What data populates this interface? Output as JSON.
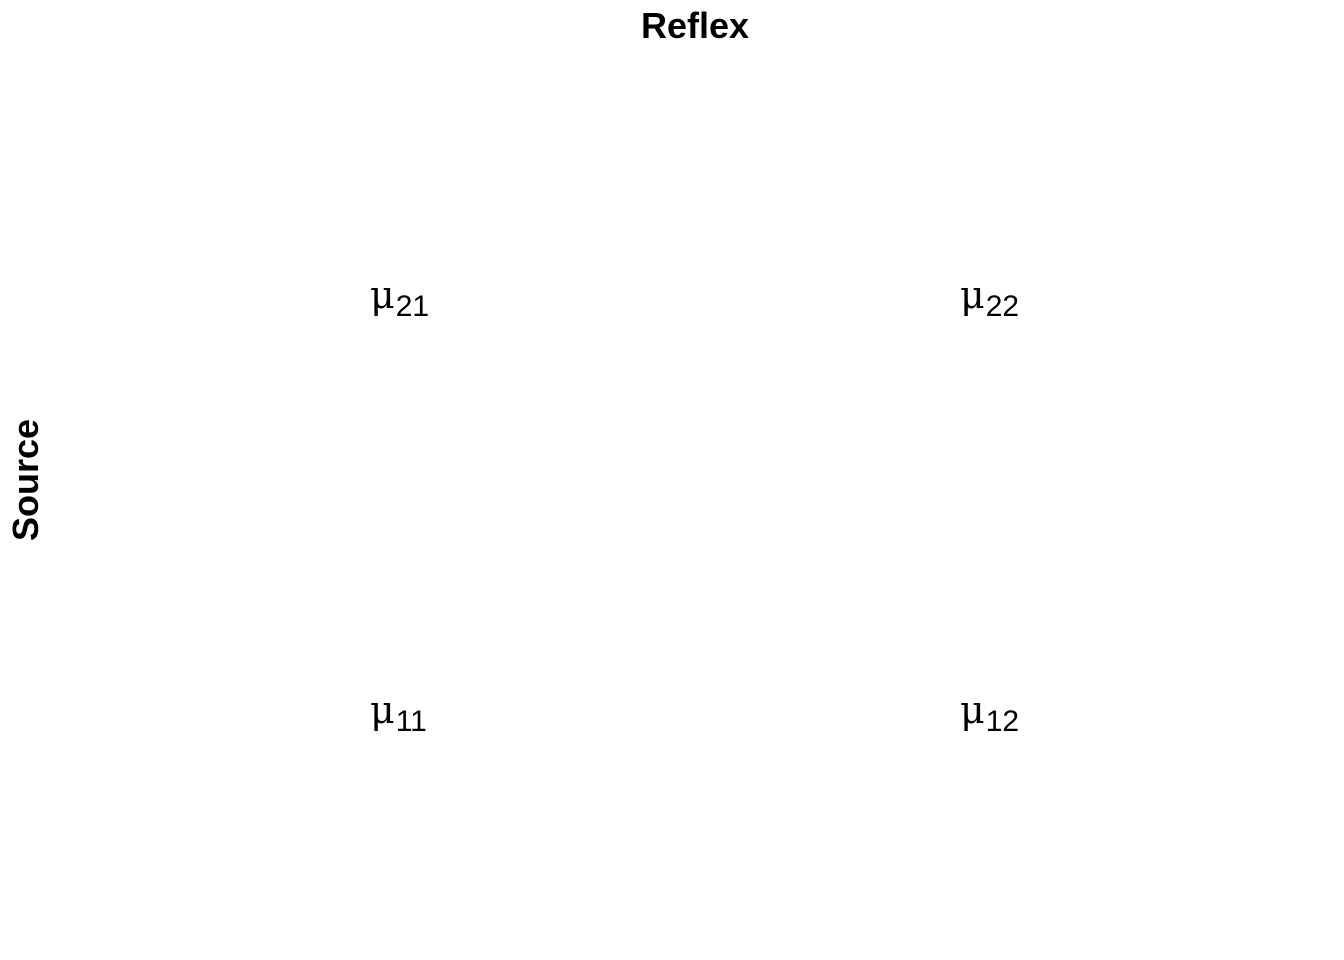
{
  "column_header": "Reflex",
  "row_header": "Source",
  "cells": {
    "r2c1": {
      "symbol": "μ",
      "subscript": "21"
    },
    "r2c2": {
      "symbol": "μ",
      "subscript": "22"
    },
    "r1c1": {
      "symbol": "μ",
      "subscript": "11"
    },
    "r1c2": {
      "symbol": "μ",
      "subscript": "12"
    }
  }
}
